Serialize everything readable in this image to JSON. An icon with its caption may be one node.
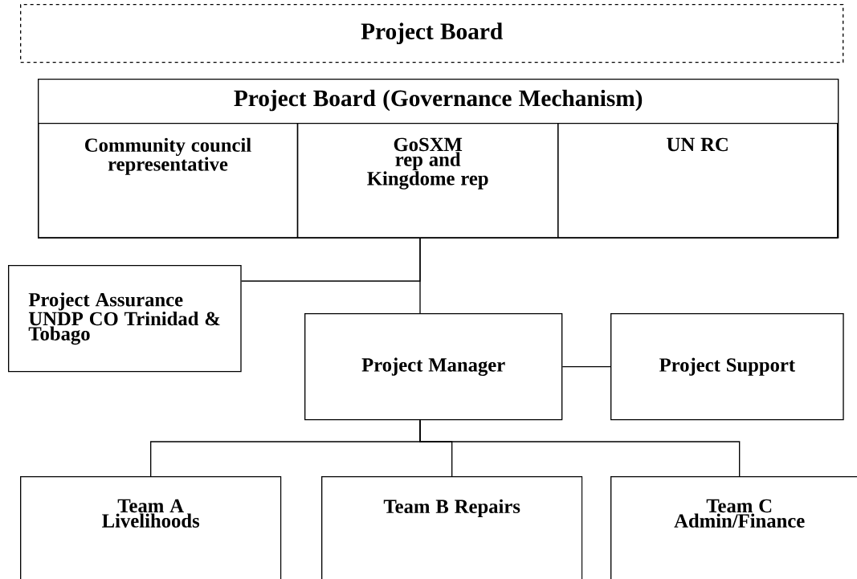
{
  "diagram": {
    "nodes": [
      {
        "text": [
          "Project Board"
        ]
      },
      {
        "text": [
          "Project Board (Governance Mechanism)"
        ]
      },
      {
        "text": [
          "Community council representative"
        ],
        "in": 1
      },
      {
        "text": [
          "GoSXM rep and Kingdome rep"
        ],
        "in": 1
      },
      {
        "text": [
          "UN RC"
        ],
        "in": 1
      },
      {
        "text": [
          "Project Assurance UNDP CO Trinidad & Tobago"
        ]
      },
      {
        "text": [
          "Project Manager"
        ]
      },
      {
        "text": [
          "Project Support"
        ]
      },
      {
        "text": [
          "Team A Livelihoods"
        ]
      },
      {
        "text": [
          "Team B Repairs"
        ]
      },
      {
        "text": [
          "Team C Admin/Finance"
        ]
      }
    ],
    "edges": [
      {
        "from": 5,
        "to": 1,
        "arrow": "none"
      },
      {
        "from": 1,
        "to": 6,
        "arrow": "none"
      },
      {
        "from": 6,
        "to": 7,
        "arrow": "none"
      },
      {
        "from": 6,
        "to": 8,
        "arrow": "none"
      },
      {
        "from": 6,
        "to": 9,
        "arrow": "none"
      },
      {
        "from": 6,
        "to": 10,
        "arrow": "none"
      }
    ]
  }
}
